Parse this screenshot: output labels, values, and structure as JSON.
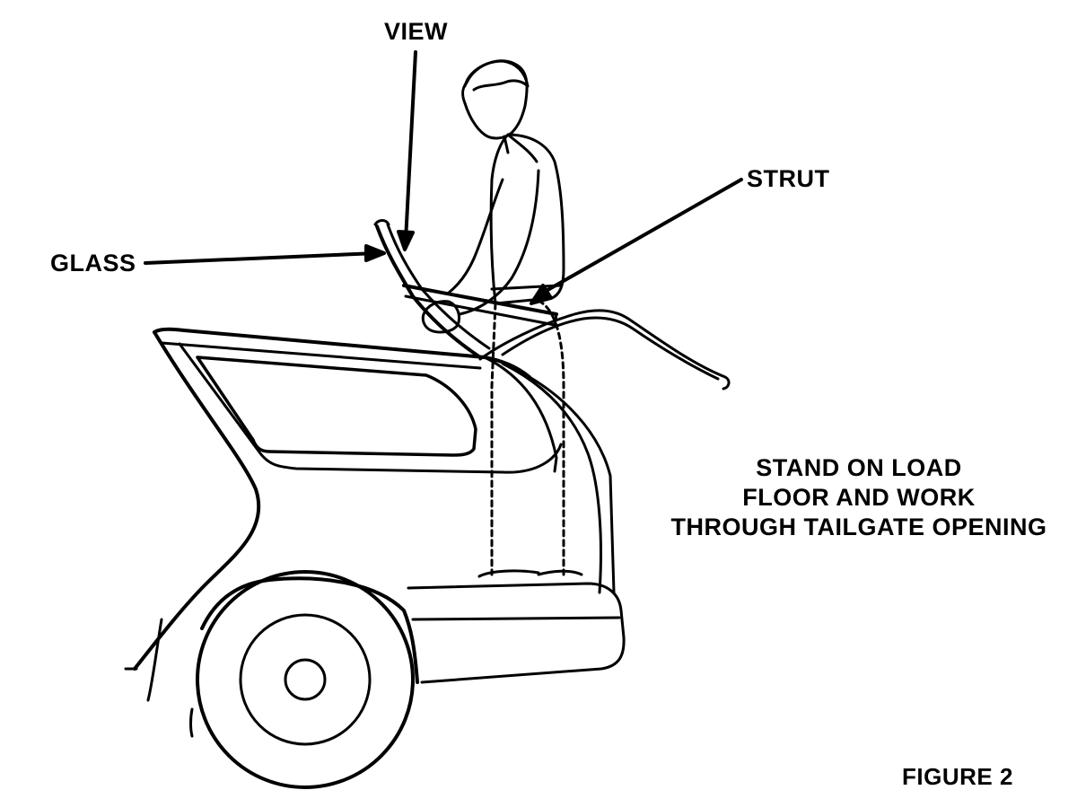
{
  "labels": {
    "view": "VIEW",
    "strut": "STRUT",
    "glass": "GLASS"
  },
  "instructions": [
    "STAND ON LOAD",
    "FLOOR AND WORK",
    "THROUGH TAILGATE OPENING"
  ],
  "caption": "FIGURE 2",
  "colors": {
    "ink": "#000000",
    "paper": "#ffffff"
  }
}
